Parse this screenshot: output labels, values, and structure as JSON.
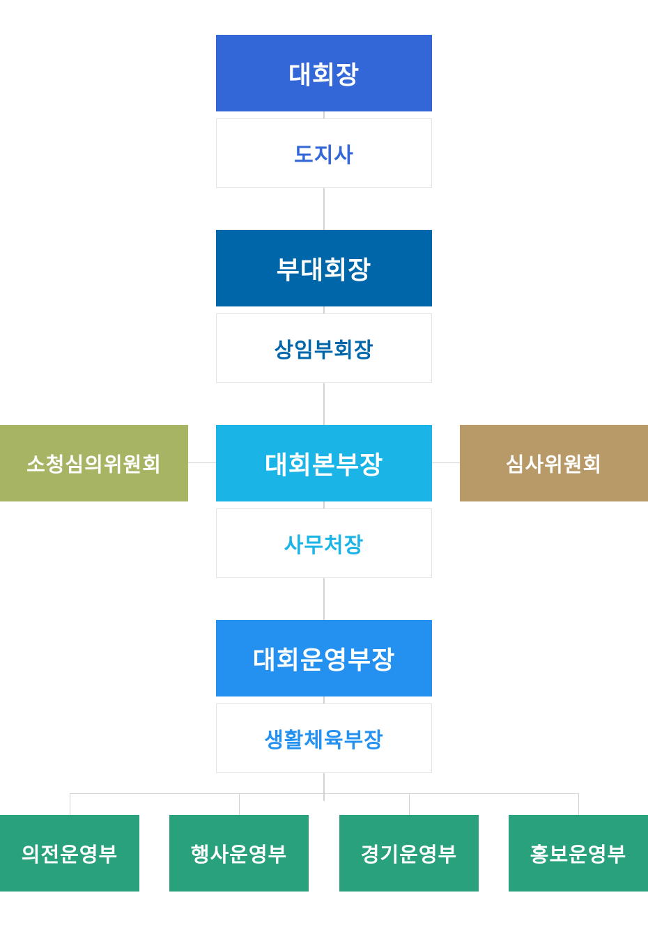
{
  "colors": {
    "level1": "#3366d6",
    "level2": "#0066aa",
    "level3": "#1ab4e6",
    "level4": "#2490f0",
    "left_committee": "#a6b464",
    "right_committee": "#b89a68",
    "departments": "#28a17c",
    "connector": "#d2d2d2"
  },
  "levels": [
    {
      "title": "대회장",
      "subtitle": "도지사"
    },
    {
      "title": "부대회장",
      "subtitle": "상임부회장"
    },
    {
      "title": "대회본부장",
      "subtitle": "사무처장"
    },
    {
      "title": "대회운영부장",
      "subtitle": "생활체육부장"
    }
  ],
  "committees": {
    "left": "소청심의위원회",
    "right": "심사위원회"
  },
  "departments": [
    "의전운영부",
    "행사운영부",
    "경기운영부",
    "홍보운영부"
  ]
}
